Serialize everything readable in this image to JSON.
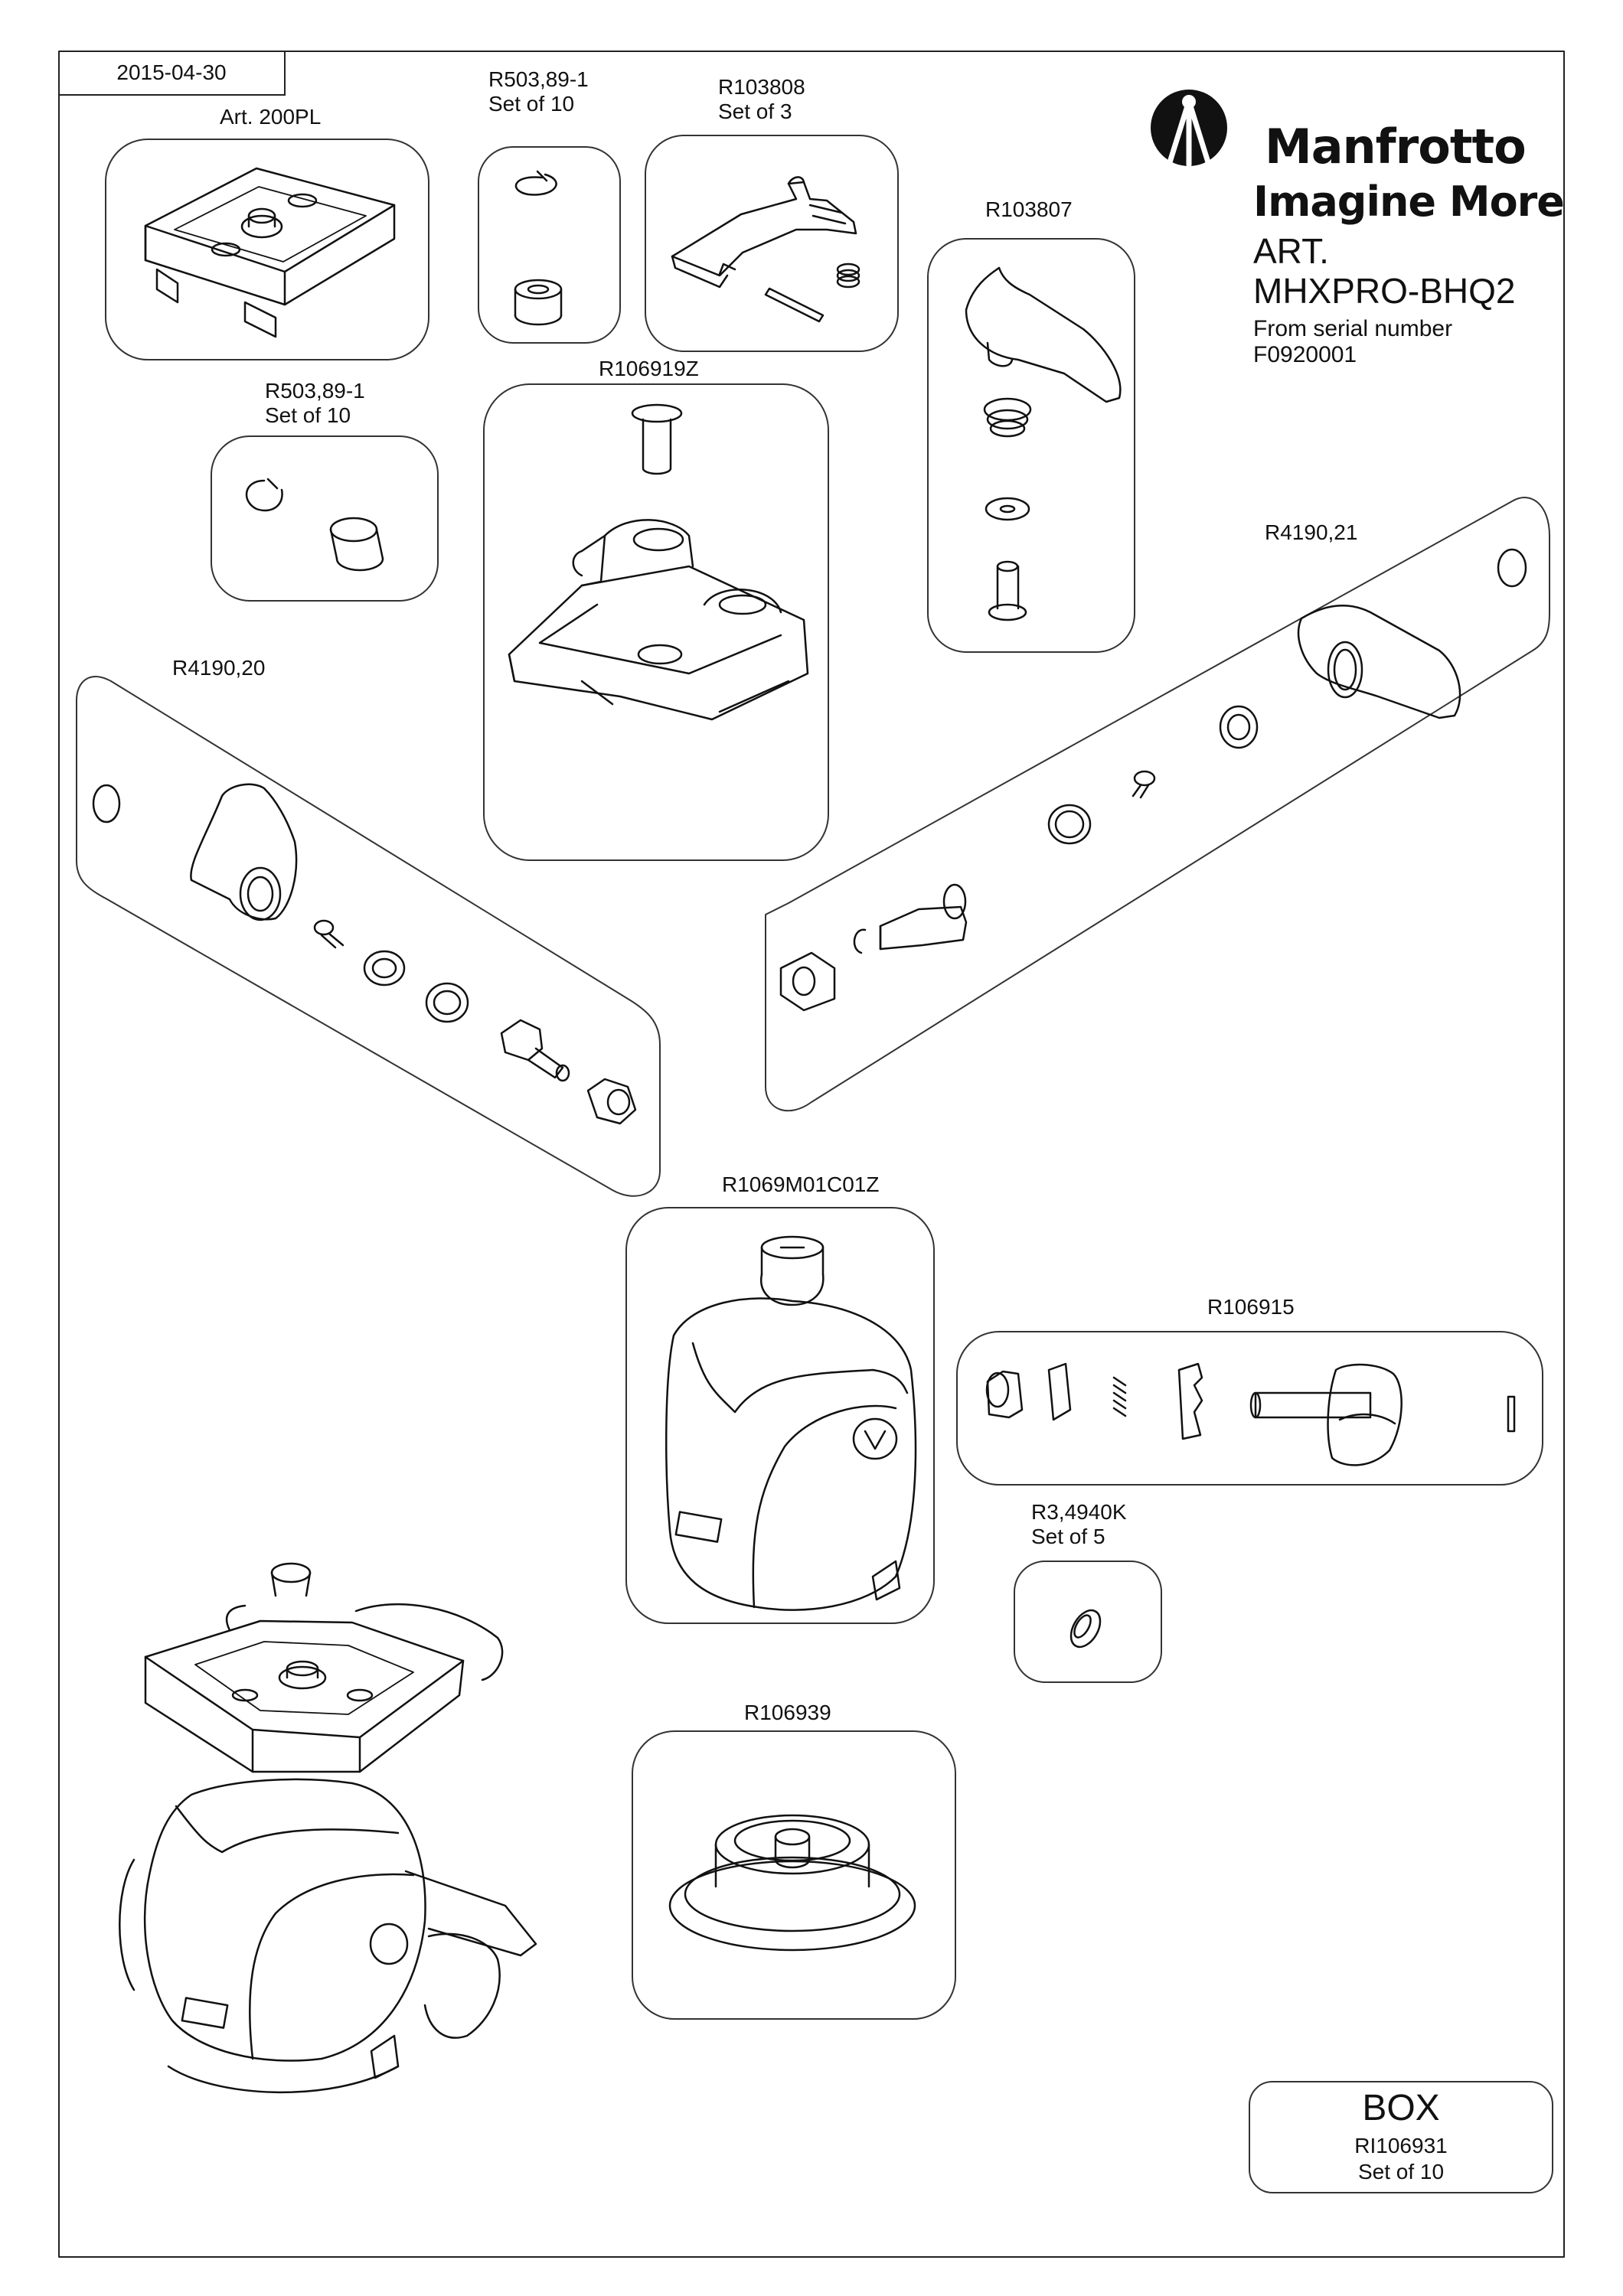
{
  "sheet": {
    "date": "2015-04-30",
    "brand": {
      "name": "Manfrotto",
      "tagline": "Imagine More"
    },
    "article_prefix": "ART.",
    "model": "MHXPRO-BHQ2",
    "serial_label": "From serial number",
    "serial_number": "F0920001"
  },
  "parts": [
    {
      "code": "Art. 200PL",
      "note": "",
      "depicts": "quick-release-plate"
    },
    {
      "code": "R503,89-1",
      "note": "Set of 10",
      "depicts": "ring-and-bushing"
    },
    {
      "code": "R103808",
      "note": "Set of 3",
      "depicts": "lever-pin-spring"
    },
    {
      "code": "R103807",
      "note": "",
      "depicts": "lever-knob-assembly"
    },
    {
      "code": "R503,89-1",
      "note": "Set of 10",
      "depicts": "ring-and-bushing"
    },
    {
      "code": "R106919Z",
      "note": "",
      "depicts": "quick-release-clamp"
    },
    {
      "code": "R4190,21",
      "note": "",
      "depicts": "knob-assembly-right"
    },
    {
      "code": "R4190,20",
      "note": "",
      "depicts": "knob-assembly-left"
    },
    {
      "code": "R1069M01C01Z",
      "note": "",
      "depicts": "ball-head-body"
    },
    {
      "code": "R106915",
      "note": "",
      "depicts": "friction-knob-parts"
    },
    {
      "code": "R3,4940K",
      "note": "Set of 5",
      "depicts": "cap"
    },
    {
      "code": "R106939",
      "note": "",
      "depicts": "base"
    }
  ],
  "box": {
    "title": "BOX",
    "code": "RI106931",
    "note": "Set of 10"
  },
  "icons": [
    "manfrotto-logo-icon",
    "assembled-ball-head-illustration"
  ],
  "colors": {
    "line": "#111111",
    "panel_border": "#333333",
    "background": "#ffffff"
  }
}
